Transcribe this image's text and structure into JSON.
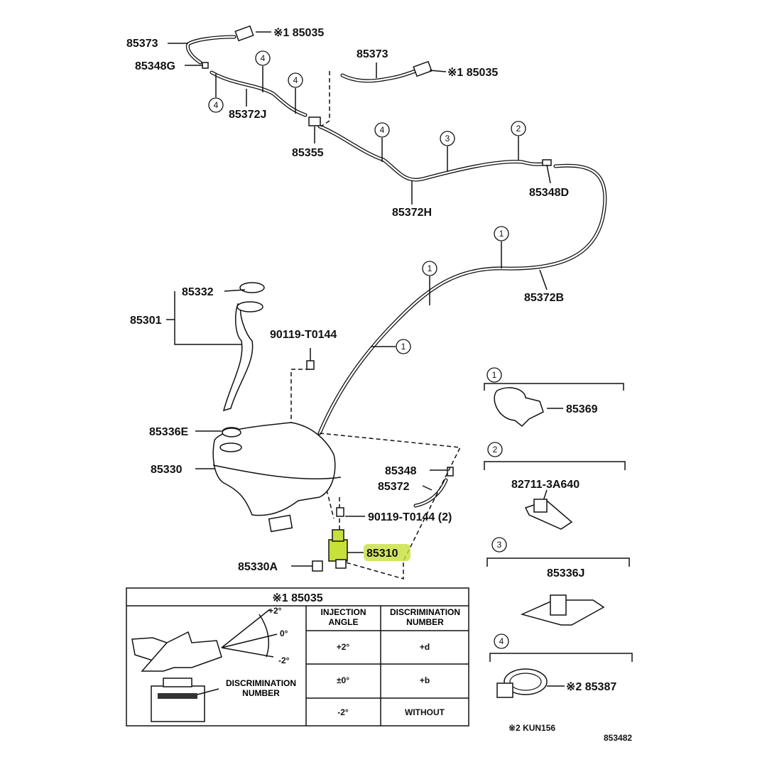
{
  "diagram_number": "853482",
  "highlight_color": "#c8e03a",
  "labels": {
    "hose_top_left": "85373",
    "nozzle_top_left": "※1 85035",
    "joint_g": "85348G",
    "hose_j": "85372J",
    "joint_85355": "85355",
    "hose_top_mid": "85373",
    "nozzle_top_mid": "※1 85035",
    "hose_h": "85372H",
    "joint_d": "85348D",
    "hose_b": "85372B",
    "cap": "85332",
    "inlet": "85301",
    "bolt_top": "90119-T0144",
    "grommet_e": "85336E",
    "tank": "85330",
    "joint_85348": "85348",
    "hose_85372": "85372",
    "bolt_bottom": "90119-T0144 (2)",
    "pump": "85310",
    "grommet_a": "85330A"
  },
  "callouts": [
    "4",
    "4",
    "4",
    "4",
    "3",
    "2",
    "1",
    "1",
    "1"
  ],
  "legend": [
    {
      "num": "1",
      "part": "85369"
    },
    {
      "num": "2",
      "part": "82711-3A640"
    },
    {
      "num": "3",
      "part": "85336J"
    },
    {
      "num": "4",
      "part": "※2 85387"
    }
  ],
  "footnote": "※2 KUN156",
  "nozzle_table": {
    "title": "※1 85035",
    "side_label": "DISCRIMINATION NUMBER",
    "angle_marks": [
      "+2°",
      "0°",
      "-2°"
    ],
    "headers": [
      "INJECTION ANGLE",
      "DISCRIMINATION NUMBER"
    ],
    "rows": [
      {
        "angle": "+2°",
        "number": "+d"
      },
      {
        "angle": "±0°",
        "number": "+b"
      },
      {
        "angle": "-2°",
        "number": "WITHOUT"
      }
    ]
  }
}
